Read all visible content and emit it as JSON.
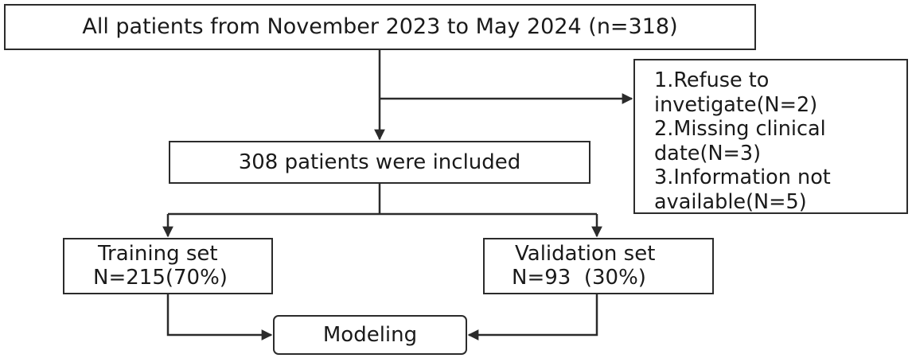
{
  "nodes": {
    "all_patients": "All patients from November 2023 to May 2024 (n=318)",
    "included": "308 patients were included",
    "exclusions": [
      "1.Refuse to",
      "invetigate(N=2)",
      "2.Missing clinical",
      "date(N=3)",
      "3.Information not",
      "available(N=5)"
    ],
    "training": {
      "title": "Training set",
      "count": "N=215(70%)"
    },
    "validation": {
      "title": "Validation set",
      "count": "N=93  (30%)"
    },
    "modeling": "Modeling"
  },
  "colors": {
    "line": "#2b2b2b",
    "border": "#2b2b2b",
    "text": "#1a1a1a",
    "background": "#ffffff"
  }
}
